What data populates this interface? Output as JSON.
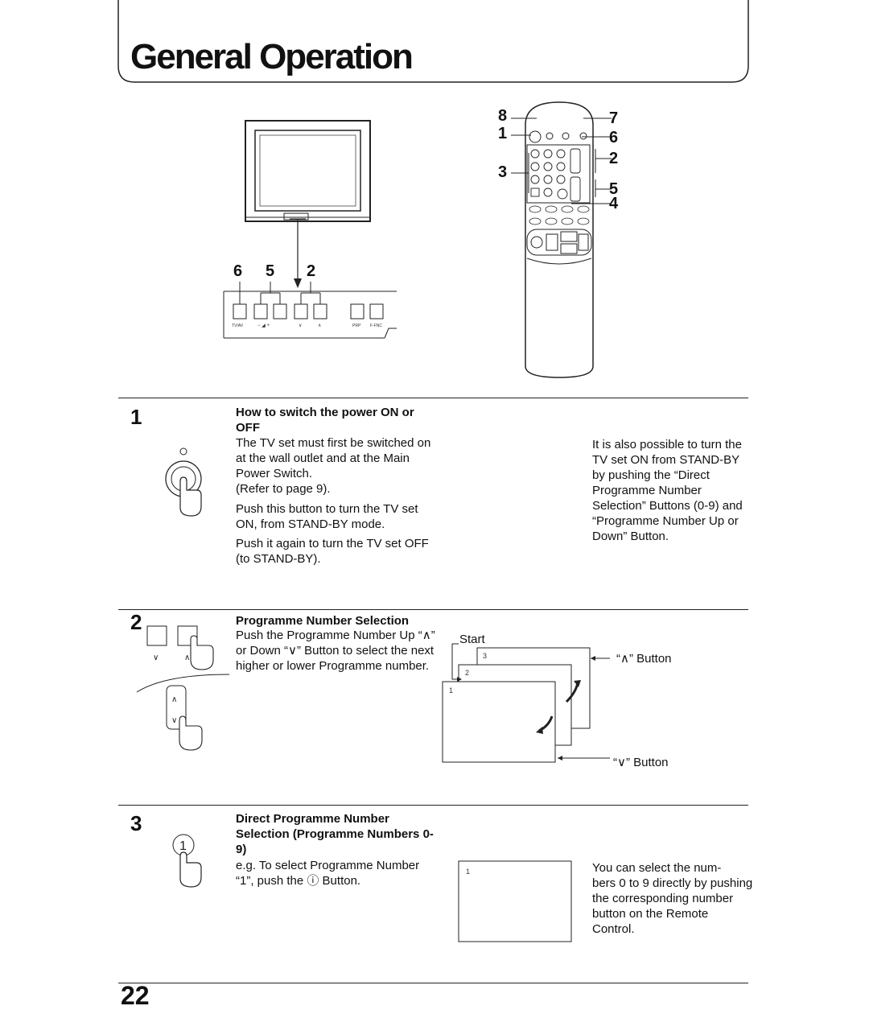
{
  "header": {
    "title": "General Operation"
  },
  "diagram": {
    "tv_callouts": [
      "6",
      "5",
      "2"
    ],
    "remote_callouts_left": [
      "8",
      "1",
      "3"
    ],
    "remote_callouts_right": [
      "7",
      "6",
      "2",
      "5",
      "4"
    ]
  },
  "sections": [
    {
      "number": "1",
      "heading": "How to switch the power ON or OFF",
      "paragraphs": [
        "The TV set must first be switched on at the wall outlet and at the Main Power Switch.\n(Refer to page 9).",
        "Push this button to turn the TV set ON, from STAND-BY mode.",
        "Push it again to turn the TV set OFF (to STAND-BY)."
      ],
      "side_note": "It is also possible to turn the TV set ON from STAND-BY by pushing the “Direct Programme Number Selection” Buttons (0-9) and “Programme Number Up or Down” Button."
    },
    {
      "number": "2",
      "heading": "Programme Number Selection",
      "paragraphs": [
        "Push the Programme Number Up “∧” or Down “∨” Button to select the next higher or lower Programme number."
      ],
      "start_label": "Start",
      "up_button_label": "“∧” Button",
      "down_button_label": "“∨” Button",
      "screens": [
        "3",
        "2",
        "1"
      ]
    },
    {
      "number": "3",
      "heading": "Direct Programme Number Selection (Programme Numbers 0-9)",
      "paragraphs": [
        "e.g. To select Programme Number\n      “1”, push the ⓘ Button."
      ],
      "screen_number": "1",
      "side_note": "You can select the num-\nbers 0 to 9 directly by pushing the corresponding number button on the Remote Control."
    }
  ],
  "footer": {
    "page_number": "22"
  }
}
